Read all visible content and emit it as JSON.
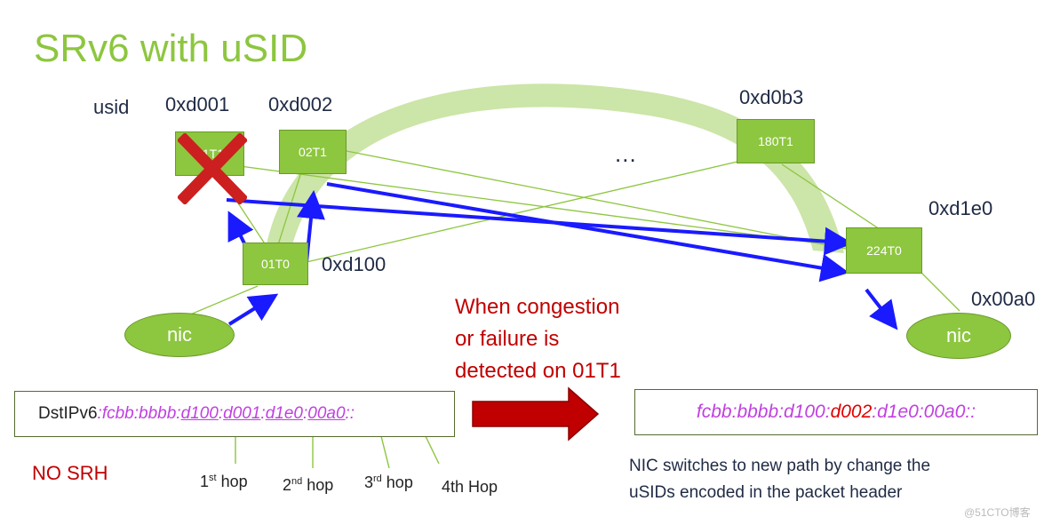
{
  "title": "SRv6 with uSID",
  "labels": {
    "usid": "usid",
    "sid_01T1": "0xd001",
    "sid_02T1": "0xd002",
    "sid_180T1": "0xd0b3",
    "sid_224T0": "0xd1e0",
    "sid_01T0": "0xd100",
    "sid_nic_right": "0x00a0",
    "ellipsis": "..."
  },
  "nodes": {
    "n01T1": "01T1",
    "n02T1": "02T1",
    "n180T1": "180T1",
    "n01T0": "01T0",
    "n224T0": "224T0",
    "nic_left": "nic",
    "nic_right": "nic"
  },
  "note": [
    "When congestion",
    "or failure is",
    "detected on 01T1"
  ],
  "dst": {
    "label": "DstIPv6",
    "sep": ": ",
    "prefix": "fcbb:bbbb:",
    "seg1": "d100",
    "seg2": "d001",
    "seg3": "d1e0",
    "seg4": "00a0",
    "tail": "::",
    "colon": ":"
  },
  "new_addr": {
    "prefix": "fcbb:bbbb:d100:",
    "changed": "d002",
    "suffix": ":d1e0:00a0::"
  },
  "no_srh": "NO SRH",
  "hops": {
    "h1_num": "1",
    "h1_sup": "st",
    "h1_word": " hop",
    "h2_num": "2",
    "h2_sup": "nd",
    "h2_word": " hop",
    "h3_num": "3",
    "h3_sup": "rd",
    "h3_word": " hop",
    "h4": "4th Hop"
  },
  "footer": [
    "NIC switches to new path by change the",
    "uSIDs  encoded in the packet header"
  ],
  "watermark": "@51CTO博客",
  "colors": {
    "accent_green": "#8dc63f",
    "arrow_blue": "#1a1aff",
    "alert_red": "#c00000",
    "sid_purple": "#c040e0"
  }
}
